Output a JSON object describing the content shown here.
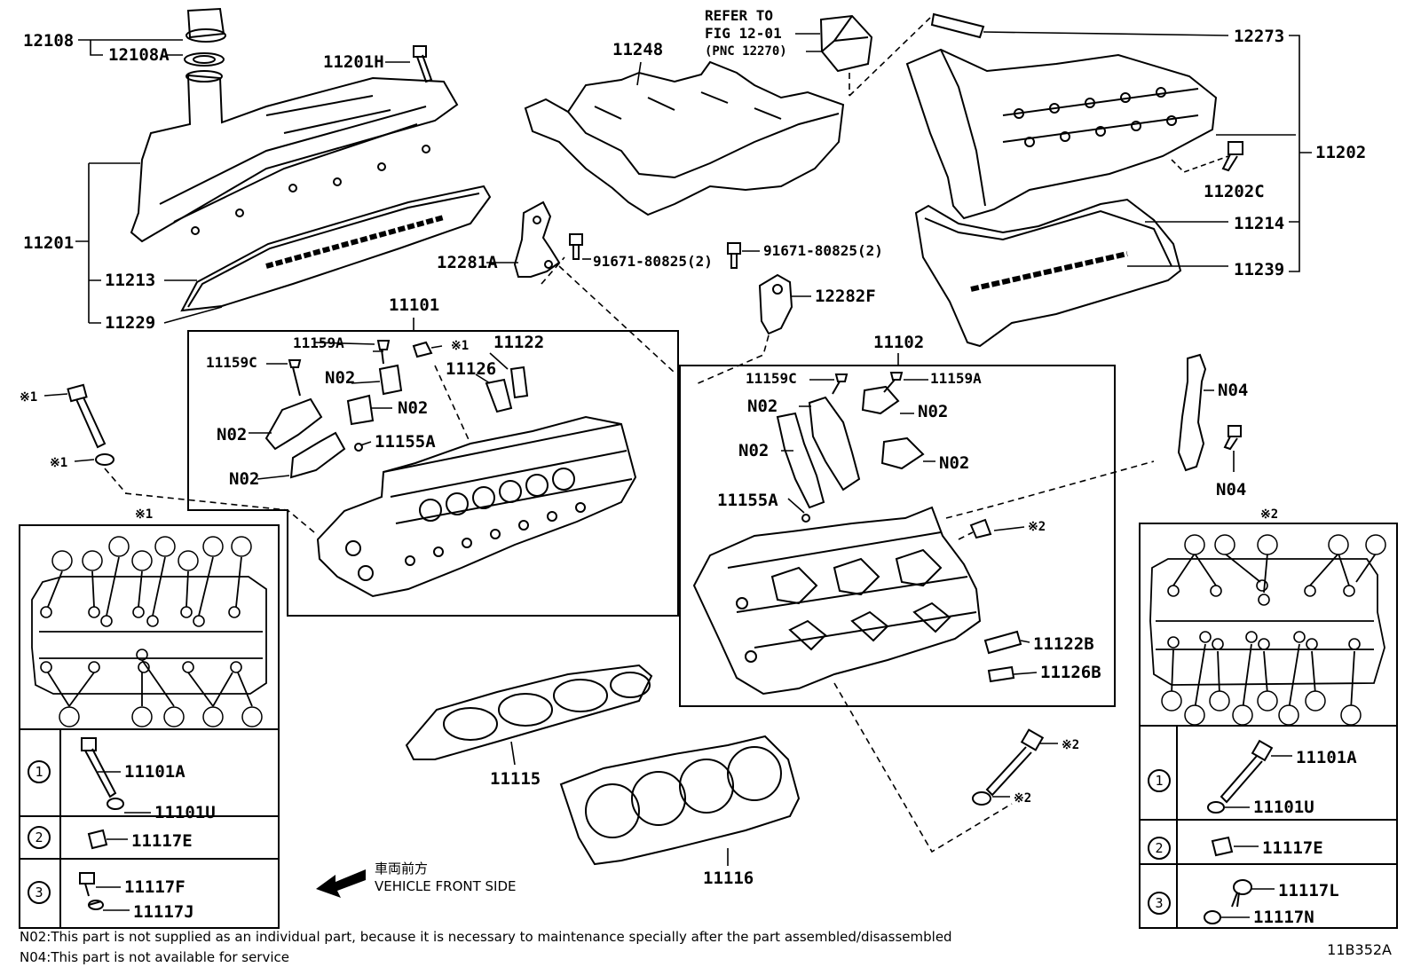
{
  "refer": {
    "line1": "REFER TO",
    "line2": "FIG 12-01",
    "line3": "(PNC 12270)"
  },
  "labels": {
    "p12108": "12108",
    "p12108A": "12108A",
    "p11201H": "11201H",
    "p11248": "11248",
    "p12273": "12273",
    "p11202": "11202",
    "p11202C": "11202C",
    "p11214": "11214",
    "p11239": "11239",
    "p11201": "11201",
    "p11213": "11213",
    "p11229": "11229",
    "p12281A": "12281A",
    "p91671a": "91671-80825(2)",
    "p91671b": "91671-80825(2)",
    "p12282F": "12282F",
    "p11101": "11101",
    "p11159A_l": "11159A",
    "p11159C_l": "11159C",
    "p11122": "11122",
    "p11126": "11126",
    "n02_l1": "N02",
    "n02_l2": "N02",
    "n02_l3": "N02",
    "n02_l4": "N02",
    "p11155A_l": "11155A",
    "p11102": "11102",
    "p11159C_r": "11159C",
    "p11159A_r": "11159A",
    "n02_r1": "N02",
    "n02_r2": "N02",
    "n02_r3": "N02",
    "n02_r4": "N02",
    "p11155A_r": "11155A",
    "p11122B": "11122B",
    "p11126B": "11126B",
    "n04_a": "N04",
    "n04_b": "N04",
    "p11115": "11115",
    "p11116": "11116",
    "mark1_bolt": "※1",
    "mark1_washer": "※1",
    "mark1_cap": "※1",
    "mark1_table": "※1",
    "mark2_cap": "※2",
    "mark2_bolt": "※2",
    "mark2_washer": "※2",
    "mark2_table": "※2"
  },
  "left_table": {
    "row1": {
      "num": "1",
      "a": "11101A",
      "b": "11101U"
    },
    "row2": {
      "num": "2",
      "a": "11117E"
    },
    "row3": {
      "num": "3",
      "a": "11117F",
      "b": "11117J"
    }
  },
  "right_table": {
    "row1": {
      "num": "1",
      "a": "11101A",
      "b": "11101U"
    },
    "row2": {
      "num": "2",
      "a": "11117E"
    },
    "row3": {
      "num": "3",
      "a": "11117L",
      "b": "11117N"
    }
  },
  "front": {
    "jp": "車両前方",
    "en": "VEHICLE FRONT SIDE"
  },
  "notes": {
    "n02": "N02:This part is not supplied as an individual part, because it is necessary to maintenance specially after the part assembled/disassembled",
    "n04": "N04:This part is not available for service"
  },
  "doc_id": "11B352A"
}
